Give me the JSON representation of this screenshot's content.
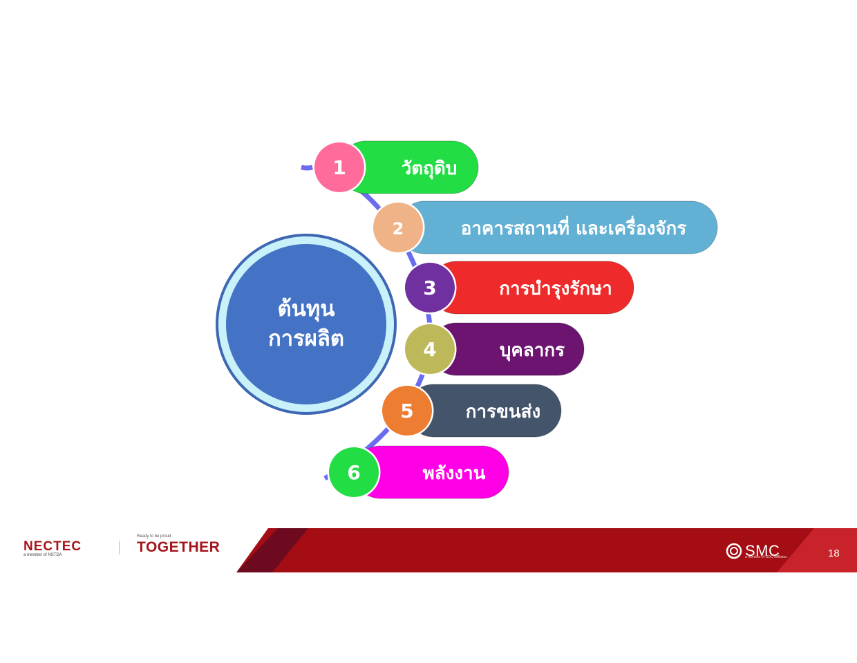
{
  "center": {
    "line1": "ต้นทุน",
    "line2": "การผลิต",
    "fill": "#4472C4",
    "ring": "#C9F1FA",
    "border": "#3E67B4"
  },
  "connector_color": "#6B6BF0",
  "items": [
    {
      "number": "1",
      "label": "วัตถุดิบ",
      "pill_color": "#22DD44",
      "circle_color": "#FF6B9A",
      "number_color": "#ffffff"
    },
    {
      "number": "2",
      "label": "อาคารสถานที่ และเครื่องจักร",
      "pill_color": "#62B0D4",
      "circle_color": "#F0B387",
      "number_color": "#ffffff"
    },
    {
      "number": "3",
      "label": "การบำรุงรักษา",
      "pill_color": "#EE2A2A",
      "circle_color": "#7030A0",
      "number_color": "#ffffff"
    },
    {
      "number": "4",
      "label": "บุคลากร",
      "pill_color": "#6C1470",
      "circle_color": "#BDB85A",
      "number_color": "#ffffff"
    },
    {
      "number": "5",
      "label": "การขนส่ง",
      "pill_color": "#44546A",
      "circle_color": "#ED7D31",
      "number_color": "#ffffff"
    },
    {
      "number": "6",
      "label": "พลังงาน",
      "pill_color": "#FF00E6",
      "circle_color": "#22DD44",
      "number_color": "#ffffff"
    }
  ],
  "footer": {
    "nectec": "NECTEC",
    "nectec_sub": "a member of NSTDA",
    "together_small": "Ready to be proud",
    "together": "TOGETHER",
    "smc": "SMC",
    "smc_sub": "a member of GDO Affiliates",
    "page_number": "18",
    "bar_color": "#A30D13",
    "bar_dark": "#6E0A1F",
    "bar_light": "#C8222A"
  }
}
